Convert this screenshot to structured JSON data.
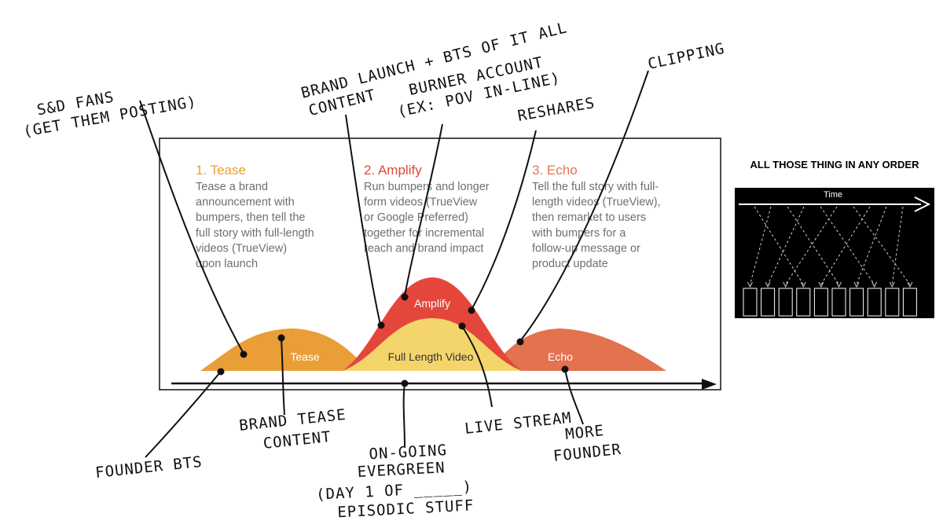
{
  "phases": [
    {
      "title": "1. Tease",
      "color": "#e8a033",
      "lines": [
        "Tease a brand",
        "announcement with",
        "bumpers, then tell the",
        "full story with full-length",
        "videos (TrueView)",
        "upon launch"
      ]
    },
    {
      "title": "2. Amplify",
      "color": "#e0483a",
      "lines": [
        "Run bumpers and longer",
        "form videos (TrueView",
        "or Google Preferred)",
        "together for incremental",
        "reach and brand impact"
      ]
    },
    {
      "title": "3. Echo",
      "color": "#e8734f",
      "lines": [
        "Tell the full story with full-",
        "length videos (TrueView),",
        "then remarket to users",
        "with bumpers for a",
        "follow-up message or",
        "product update"
      ]
    }
  ],
  "curves": {
    "tease": {
      "label": "Tease",
      "color": "#ea9e37"
    },
    "amplify": {
      "label": "Amplify",
      "color": "#e4463b"
    },
    "full_length": {
      "label": "Full Length Video",
      "color": "#f4d56b"
    },
    "echo": {
      "label": "Echo",
      "color": "#e3724f"
    }
  },
  "annotations": {
    "sd_fans": [
      "S&D FANS",
      "(GET THEM POSTING)"
    ],
    "brand_launch": [
      "BRAND LAUNCH + BTS OF IT ALL",
      "CONTENT"
    ],
    "burner": [
      "BURNER ACCOUNT",
      "(EX: POV IN-LINE)"
    ],
    "reshares": "RESHARES",
    "clipping": "CLIPPING",
    "founder_bts": "FOUNDER BTS",
    "brand_tease": [
      "BRAND TEASE",
      "CONTENT"
    ],
    "ongoing": [
      "ON-GOING",
      "EVERGREEN",
      "(DAY 1 OF _____)",
      "EPISODIC STUFF"
    ],
    "live_stream": "LIVE STREAM",
    "more_founder": [
      "MORE",
      "FOUNDER"
    ]
  },
  "order_panel": {
    "title": "ALL THOSE THING IN ANY ORDER",
    "time_label": "Time",
    "box_count": 10
  }
}
